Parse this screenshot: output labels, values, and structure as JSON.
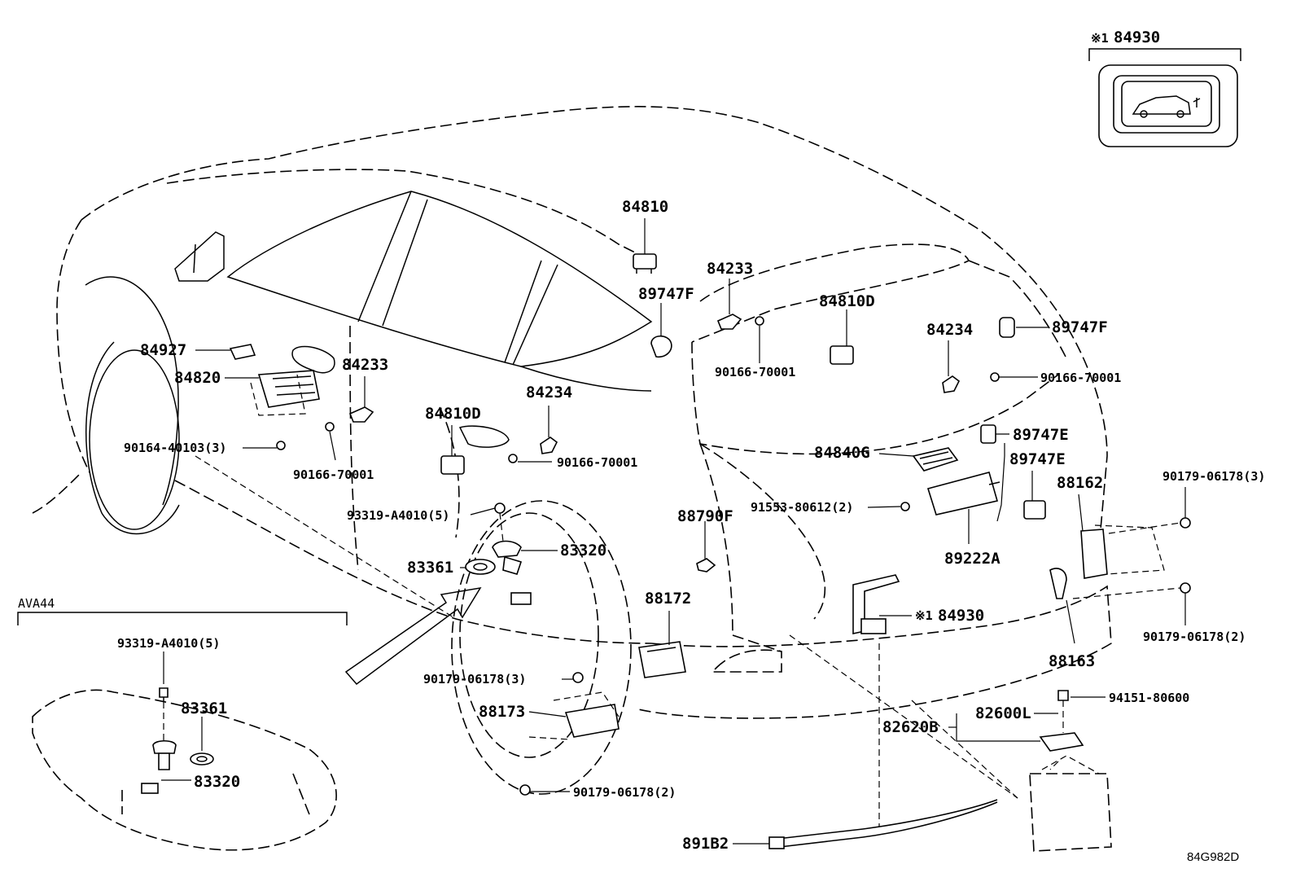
{
  "diagram": {
    "catalog_code": "84G982D",
    "variant_label": "AVA44",
    "note_symbol": "※1",
    "labels": [
      {
        "id": "p84930-top",
        "text": "84930",
        "size": "normal"
      },
      {
        "id": "p84810",
        "text": "84810",
        "size": "normal"
      },
      {
        "id": "p84233-a",
        "text": "84233",
        "size": "normal"
      },
      {
        "id": "p89747F-a",
        "text": "89747F",
        "size": "normal"
      },
      {
        "id": "p84810D-a",
        "text": "84810D",
        "size": "normal"
      },
      {
        "id": "p84234-a",
        "text": "84234",
        "size": "normal"
      },
      {
        "id": "p89747F-b",
        "text": "89747F",
        "size": "normal"
      },
      {
        "id": "p90166-70001-a",
        "text": "90166-70001",
        "size": "small"
      },
      {
        "id": "p90166-70001-b",
        "text": "90166-70001",
        "size": "small"
      },
      {
        "id": "p84927",
        "text": "84927",
        "size": "normal"
      },
      {
        "id": "p84820",
        "text": "84820",
        "size": "normal"
      },
      {
        "id": "p84233-b",
        "text": "84233",
        "size": "normal"
      },
      {
        "id": "p90164-40103",
        "text": "90164-40103(3)",
        "size": "small"
      },
      {
        "id": "p90166-70001-c",
        "text": "90166-70001",
        "size": "small"
      },
      {
        "id": "p84810D-b",
        "text": "84810D",
        "size": "normal"
      },
      {
        "id": "p84234-b",
        "text": "84234",
        "size": "normal"
      },
      {
        "id": "p90166-70001-d",
        "text": "90166-70001",
        "size": "small"
      },
      {
        "id": "p89747E-a",
        "text": "89747E",
        "size": "normal"
      },
      {
        "id": "p84840G",
        "text": "84840G",
        "size": "normal"
      },
      {
        "id": "p89747E-b",
        "text": "89747E",
        "size": "normal"
      },
      {
        "id": "p88162",
        "text": "88162",
        "size": "normal"
      },
      {
        "id": "p90179-06178-3a",
        "text": "90179-06178(3)",
        "size": "small"
      },
      {
        "id": "p93319-A4010-a",
        "text": "93319-A4010(5)",
        "size": "small"
      },
      {
        "id": "p88790F",
        "text": "88790F",
        "size": "normal"
      },
      {
        "id": "p91553-80612",
        "text": "91553-80612(2)",
        "size": "small"
      },
      {
        "id": "p83320-a",
        "text": "83320",
        "size": "normal"
      },
      {
        "id": "p89222A",
        "text": "89222A",
        "size": "normal"
      },
      {
        "id": "p83361-a",
        "text": "83361",
        "size": "normal"
      },
      {
        "id": "p84930-b",
        "text": "84930",
        "size": "normal"
      },
      {
        "id": "p88172",
        "text": "88172",
        "size": "normal"
      },
      {
        "id": "p90179-06178-2a",
        "text": "90179-06178(2)",
        "size": "small"
      },
      {
        "id": "p88163",
        "text": "88163",
        "size": "normal"
      },
      {
        "id": "p93319-A4010-b",
        "text": "93319-A4010(5)",
        "size": "small"
      },
      {
        "id": "p90179-06178-3b",
        "text": "90179-06178(3)",
        "size": "small"
      },
      {
        "id": "p94151-80600",
        "text": "94151-80600",
        "size": "small"
      },
      {
        "id": "p83361-b",
        "text": "83361",
        "size": "normal"
      },
      {
        "id": "p88173",
        "text": "88173",
        "size": "normal"
      },
      {
        "id": "p82600L",
        "text": "82600L",
        "size": "normal"
      },
      {
        "id": "p82620B",
        "text": "82620B",
        "size": "normal"
      },
      {
        "id": "p83320-b",
        "text": "83320",
        "size": "normal"
      },
      {
        "id": "p90179-06178-2b",
        "text": "90179-06178(2)",
        "size": "small"
      },
      {
        "id": "p891B2",
        "text": "891B2",
        "size": "normal"
      }
    ]
  }
}
